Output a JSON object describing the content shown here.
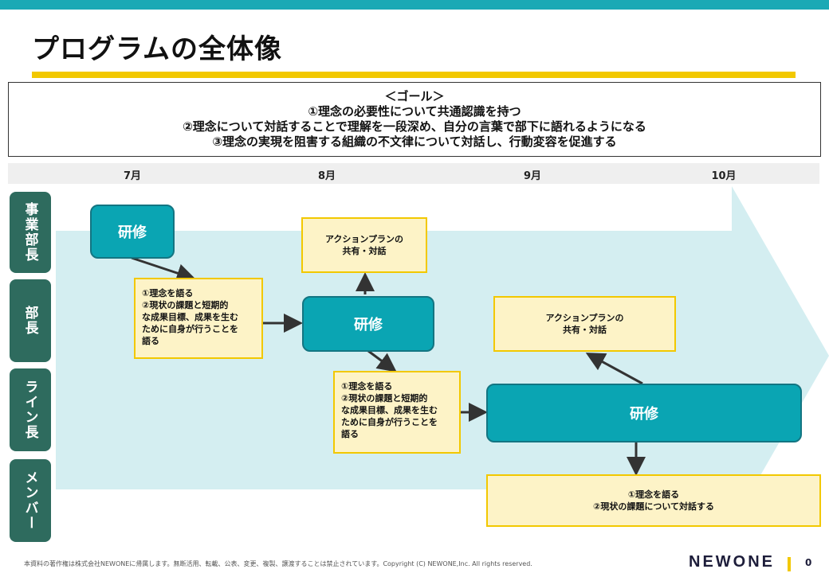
{
  "slide": {
    "title": "プログラムの全体像"
  },
  "goal": {
    "heading": "＜ゴール＞",
    "lines": [
      "①理念の必要性について共通認識を持つ",
      "②理念について対話することで理解を一段深め、自分の言葉で部下に語れるようになる",
      "③理念の実現を阻害する組織の不文律について対話し、行動変容を促進する"
    ]
  },
  "timeline": {
    "months": [
      "7月",
      "8月",
      "9月",
      "10月"
    ]
  },
  "roles": [
    "事業部長",
    "部長",
    "ライン長",
    "メンバー"
  ],
  "trainings": {
    "t1": "研修",
    "t2": "研修",
    "t3": "研修"
  },
  "notes": {
    "n1": [
      "①理念を語る",
      "②現状の課題と短期的",
      "な成果目標、成果を生む",
      "ために自身が行うことを",
      "語る"
    ],
    "n2": [
      "アクションプランの",
      "共有・対話"
    ],
    "n3": [
      "①理念を語る",
      "②現状の課題と短期的",
      "な成果目標、成果を生む",
      "ために自身が行うことを",
      "語る"
    ],
    "n4": [
      "アクションプランの",
      "共有・対話"
    ],
    "n5": [
      "①理念を語る",
      "②現状の課題について対話する"
    ]
  },
  "footer": {
    "copyright": "本資料の著作権は株式会社NEWONEに帰属します。無断活用、転載、公表、変更、複製、譲渡することは禁止されています。Copyright (C) NEWONE,Inc.  All rights reserved.",
    "logo": "NEWONE",
    "page": "0"
  },
  "colors": {
    "teal": "#0aa5b3",
    "dark_green": "#2e6b5e",
    "yellow": "#f2c800",
    "note_fill": "#fdf3c7",
    "arrow_bg": "#d4eef1"
  }
}
